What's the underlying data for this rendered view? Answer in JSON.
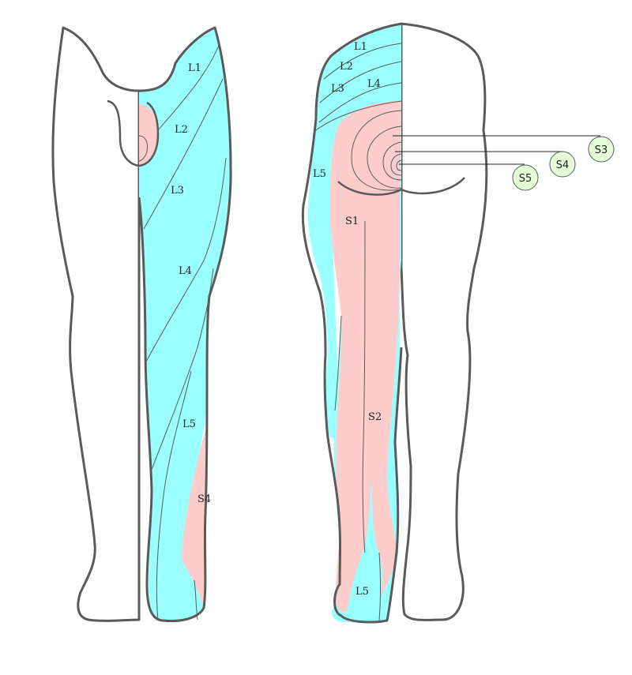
{
  "colors": {
    "lumbar": "#9affff",
    "sacral": "#ffcccc",
    "outline": "#5a5a5a",
    "callout_fill": "#e2ffd8",
    "callout_stroke": "#5a5a5a"
  },
  "front_view": {
    "labels": {
      "l1": "L1",
      "l2": "L2",
      "l3": "L3",
      "l4": "L4",
      "l5": "L5",
      "s4": "S4"
    }
  },
  "back_view": {
    "labels": {
      "l1": "L1",
      "l2": "L2",
      "l3": "L3",
      "l4": "L4",
      "l5_thigh": "L5",
      "s1": "S1",
      "s2": "S2",
      "l5_foot": "L5"
    },
    "callouts": {
      "s3": "S3",
      "s4": "S4",
      "s5": "S5"
    }
  }
}
